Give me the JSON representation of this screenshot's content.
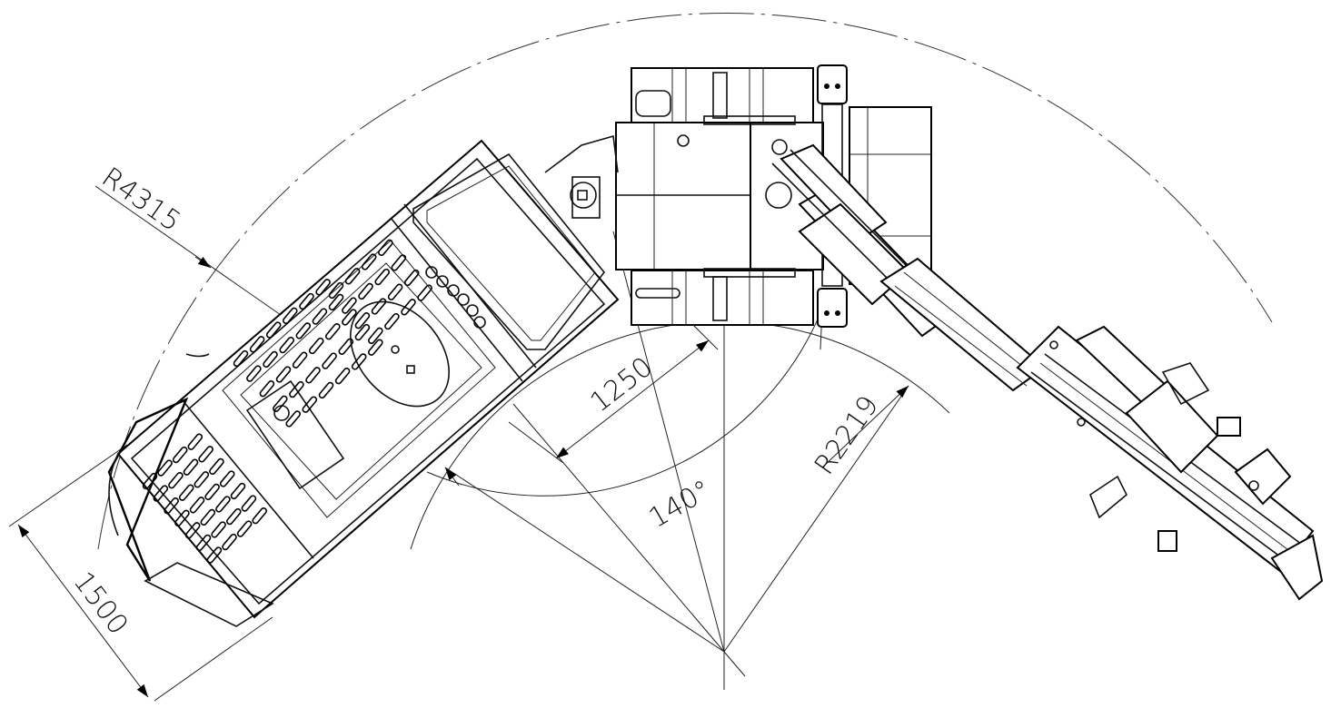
{
  "dimensions": {
    "outer_radius": "R4315",
    "body_width": "1500",
    "inner_radius": "R2219",
    "body_length": "1250",
    "angle": "140°"
  },
  "colors": {
    "line": "#000000",
    "background": "#ffffff"
  }
}
